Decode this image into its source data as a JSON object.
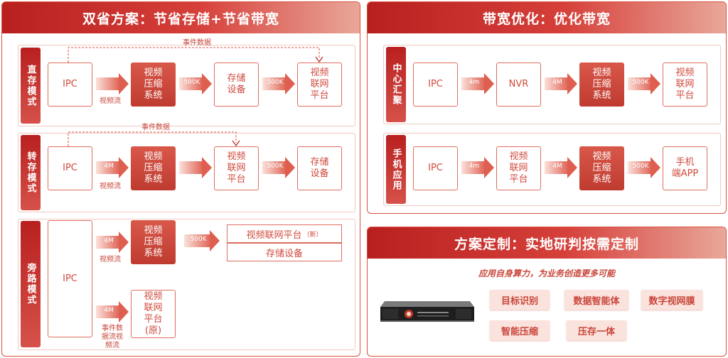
{
  "left_panel": {
    "title": "双省方案：节省存储+节省带宽",
    "direct": {
      "label": "直存模式",
      "event_label": "事件数据",
      "ipc": "IPC",
      "stream_label": "视频流",
      "compress": "视频\n压缩\n系统",
      "rate1": "500K",
      "storage": "存储\n设备",
      "rate2": "500K",
      "platform": "视频\n联网\n平台"
    },
    "transfer": {
      "label": "转存模式",
      "event_label": "事件数据",
      "ipc": "IPC",
      "rate0": "4M",
      "stream_label": "视频流",
      "compress": "视频\n压缩\n系统",
      "platform": "视频\n联网\n平台",
      "rate2": "500K",
      "storage": "存储\n设备"
    },
    "bypass": {
      "label": "旁路模式",
      "ipc": "IPC",
      "rate0": "4M",
      "stream_label": "视频流",
      "compress": "视频\n压缩\n系统",
      "rate1": "500K",
      "platform_new": "视频联网平台",
      "platform_new_suffix": "（新）",
      "storage": "存储设备",
      "rate2": "4M",
      "stream2_label": "事件数\n据流视\n频流",
      "platform_old": "视频\n联网\n平台\n(原)"
    }
  },
  "right_top": {
    "title": "带宽优化：优化带宽",
    "center": {
      "label": "中心汇聚",
      "ipc": "IPC",
      "rate1": "4m",
      "nvr": "NVR",
      "rate2": "4M",
      "compress": "视频\n压缩\n系统",
      "rate3": "500K",
      "platform": "视频\n联网\n平台"
    },
    "mobile": {
      "label": "手机应用",
      "ipc": "IPC",
      "rate1": "4m",
      "platform": "视频\n联网\n平台",
      "rate2": "4M",
      "compress": "视频\n压缩\n系统",
      "rate3": "500K",
      "app": "手机\n端APP"
    }
  },
  "right_bottom": {
    "title": "方案定制：实地研判按需定制",
    "subtitle": "应用自身算力，为业务创造更多可能",
    "tags": [
      "目标识别",
      "数据智能体",
      "数字视网膜",
      "智能压缩",
      "压存一体"
    ]
  }
}
